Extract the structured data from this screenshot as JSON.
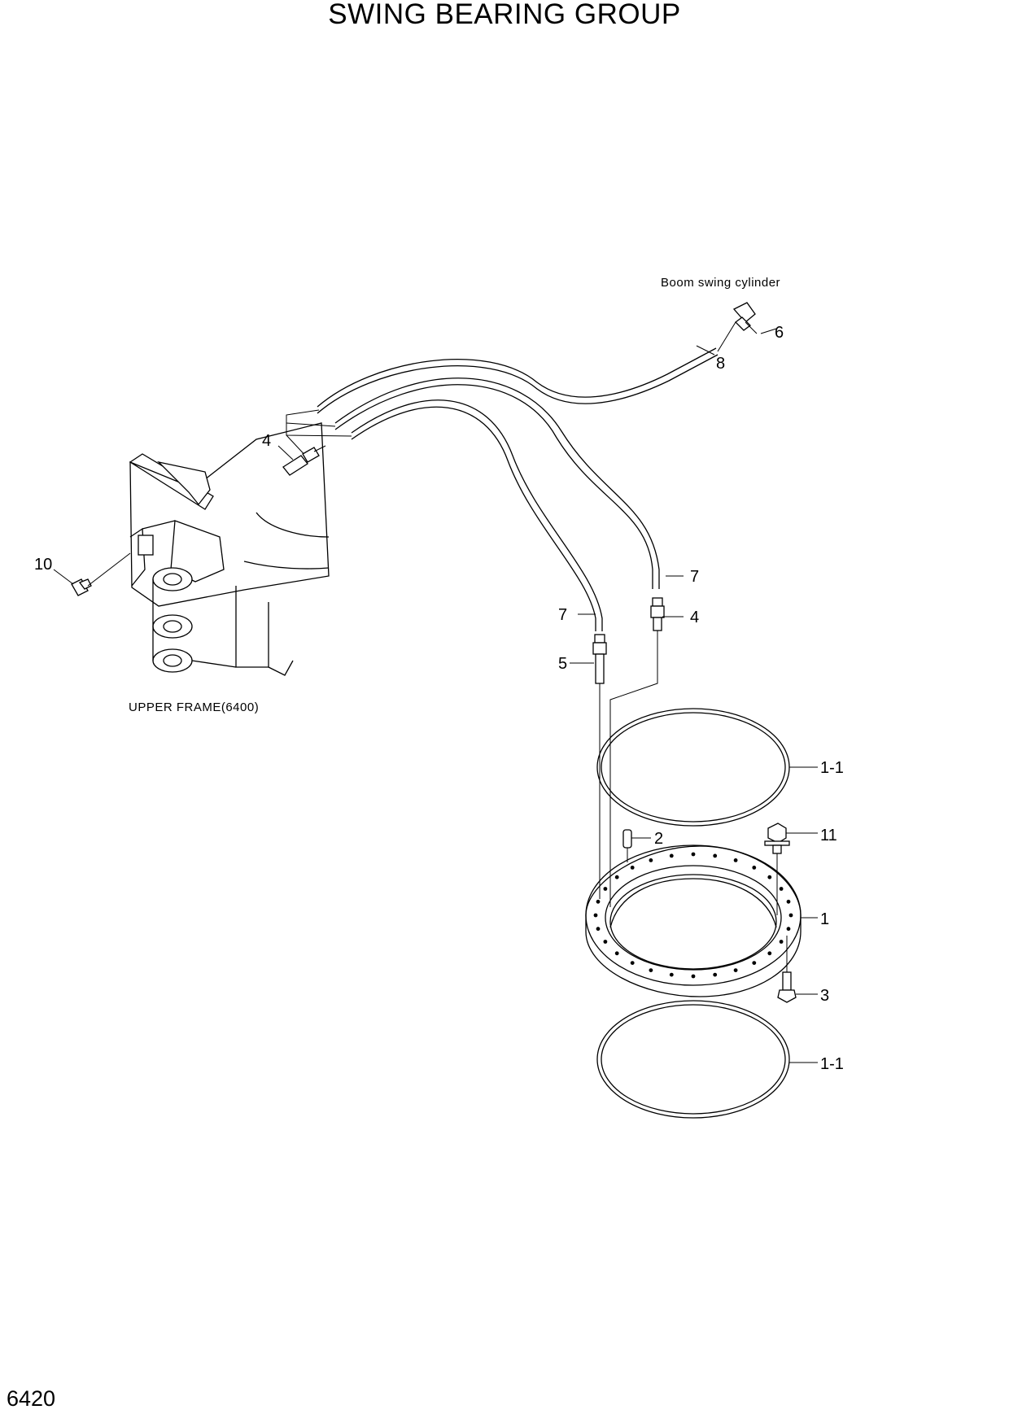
{
  "title": "SWING BEARING GROUP",
  "page_number": "6420",
  "notes": {
    "boom_swing_cylinder": "Boom swing cylinder",
    "upper_frame": "UPPER FRAME(6400)"
  },
  "callouts": [
    {
      "id": "6",
      "label": "6"
    },
    {
      "id": "8",
      "label": "8"
    },
    {
      "id": "4a",
      "label": "4"
    },
    {
      "id": "10",
      "label": "10"
    },
    {
      "id": "7a",
      "label": "7"
    },
    {
      "id": "7b",
      "label": "7"
    },
    {
      "id": "4b",
      "label": "4"
    },
    {
      "id": "5",
      "label": "5"
    },
    {
      "id": "1-1a",
      "label": "1-1"
    },
    {
      "id": "2",
      "label": "2"
    },
    {
      "id": "11",
      "label": "11"
    },
    {
      "id": "1",
      "label": "1"
    },
    {
      "id": "3",
      "label": "3"
    },
    {
      "id": "1-1b",
      "label": "1-1"
    }
  ]
}
